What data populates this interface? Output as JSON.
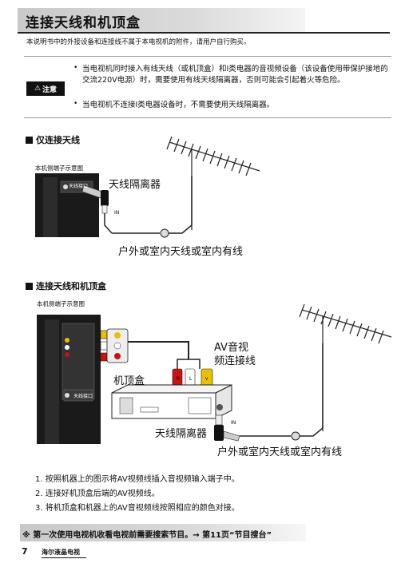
{
  "header": {
    "title": "连接天线和机顶盒"
  },
  "intro": "本说明书中的外接设备和连接线不属于本电视机的附件，请用户自行购买。",
  "caution": {
    "badge_label": "注意",
    "notes": [
      "当电视机同时接入有线天线（或机顶盒）和I类电器的音视频设备（该设备使用带保护接地的交流220V电源）时，需要使用有线天线隔离器，否则可能会引起着火等危险。",
      "当电视机不连接I类电器设备时，不需要使用天线隔离器。"
    ]
  },
  "section1": {
    "title": "仅连接天线",
    "diagram_caption": "本机侧端子示意图",
    "port_label": "天线接口",
    "isolator_label": "天线隔离器",
    "in_label": "IN",
    "antenna_label": "户外或室内天线或室内有线"
  },
  "section2": {
    "title": "连接天线和机顶盒",
    "diagram_caption": "本机侧端子示意图",
    "port_label": "天线接口",
    "av_cable_label_line1": "AV音视",
    "av_cable_label_line2": "频连接线",
    "stb_label": "机顶盒",
    "isolator_label": "天线隔离器",
    "in_label": "IN",
    "antenna_label": "户外或室内天线或室内有线"
  },
  "steps": [
    "1. 按照机器上的图示将AV视频线插入音视频输入端子中。",
    "2. 连接好机顶盒后端的AV视频线。",
    "3. 将机顶盒和机器上的AV音视频线按照相应的颜色对接。"
  ],
  "footnote": "※ 第一次使用电视机收看电视前需要搜索节目。→ 第11页“节目搜台”",
  "footer": {
    "page_number": "7",
    "label": "海尔液晶电视"
  },
  "colors": {
    "title_bar": "#d0d0d0",
    "video": "#e8c200",
    "audio_left": "#ffffff",
    "audio_right": "#cc1111",
    "cable": "#222222"
  }
}
